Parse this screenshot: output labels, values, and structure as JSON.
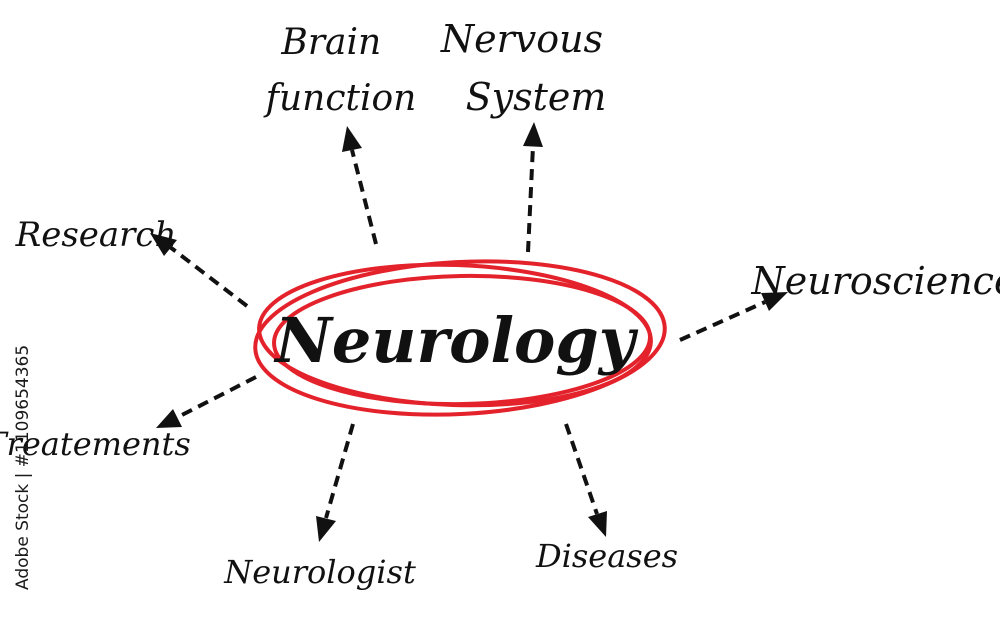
{
  "center": {
    "label": "Neurology",
    "ring_color": "#e4222b"
  },
  "nodes": [
    {
      "id": "brain",
      "lines": [
        "Brain",
        "function"
      ]
    },
    {
      "id": "nervous",
      "lines": [
        "Nervous",
        "System"
      ]
    },
    {
      "id": "research",
      "lines": [
        "Research"
      ]
    },
    {
      "id": "neuroscience",
      "lines": [
        "Neuroscience"
      ]
    },
    {
      "id": "treatements",
      "lines": [
        "Treatements"
      ]
    },
    {
      "id": "neurologist",
      "lines": [
        "Neurologist"
      ]
    },
    {
      "id": "diseases",
      "lines": [
        "Diseases"
      ]
    }
  ],
  "watermark": {
    "text": "Adobe Stock | #1109654365"
  }
}
